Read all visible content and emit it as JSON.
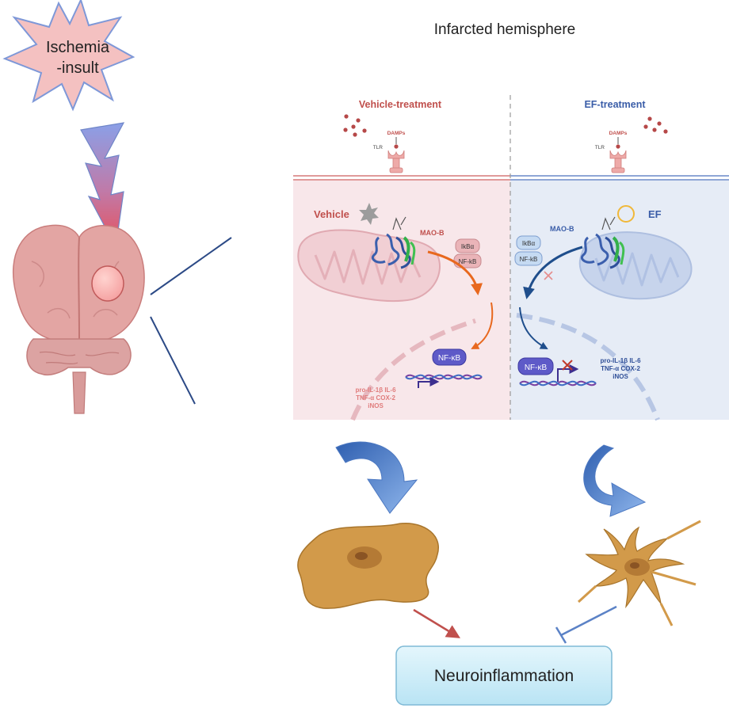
{
  "insult": {
    "text_line1": "Ischemia",
    "text_line2": "-insult"
  },
  "hemisphere_title": "Infarcted hemisphere",
  "vehicle_panel": {
    "header": "Vehicle-treatment",
    "damps": "DAMPs",
    "tlr": "TLR",
    "label": "Vehicle",
    "enzyme": "MAO-B",
    "complex_top": "IkBα",
    "complex_bottom": "NF-kB",
    "nuclear_factor": "NF-κB",
    "genes_line1": "pro-IL-1β IL-6",
    "genes_line2": "TNF-α COX-2",
    "genes_line3": "iNOS"
  },
  "ef_panel": {
    "header": "EF-treatment",
    "damps": "DAMPs",
    "tlr": "TLR",
    "label": "EF",
    "enzyme": "MAO-B",
    "complex_top": "IkBα",
    "complex_bottom": "NF-kB",
    "nuclear_factor": "NF-κB",
    "genes_line1": "pro-IL-1β IL-6",
    "genes_line2": "TNF-α COX-2",
    "genes_line3": "iNOS"
  },
  "outcome": "Neuroinflammation",
  "colors": {
    "vehicle_red": "#c0504d",
    "ef_blue": "#3a5da8",
    "vehicle_bg": "#f8e7ea",
    "ef_bg": "#e6ecf6",
    "microglia": "#d29a4a",
    "outcome_box": "#cdeef8",
    "orange_arrow": "#e8681e",
    "dark_blue_arrow": "#1f4e8c"
  }
}
